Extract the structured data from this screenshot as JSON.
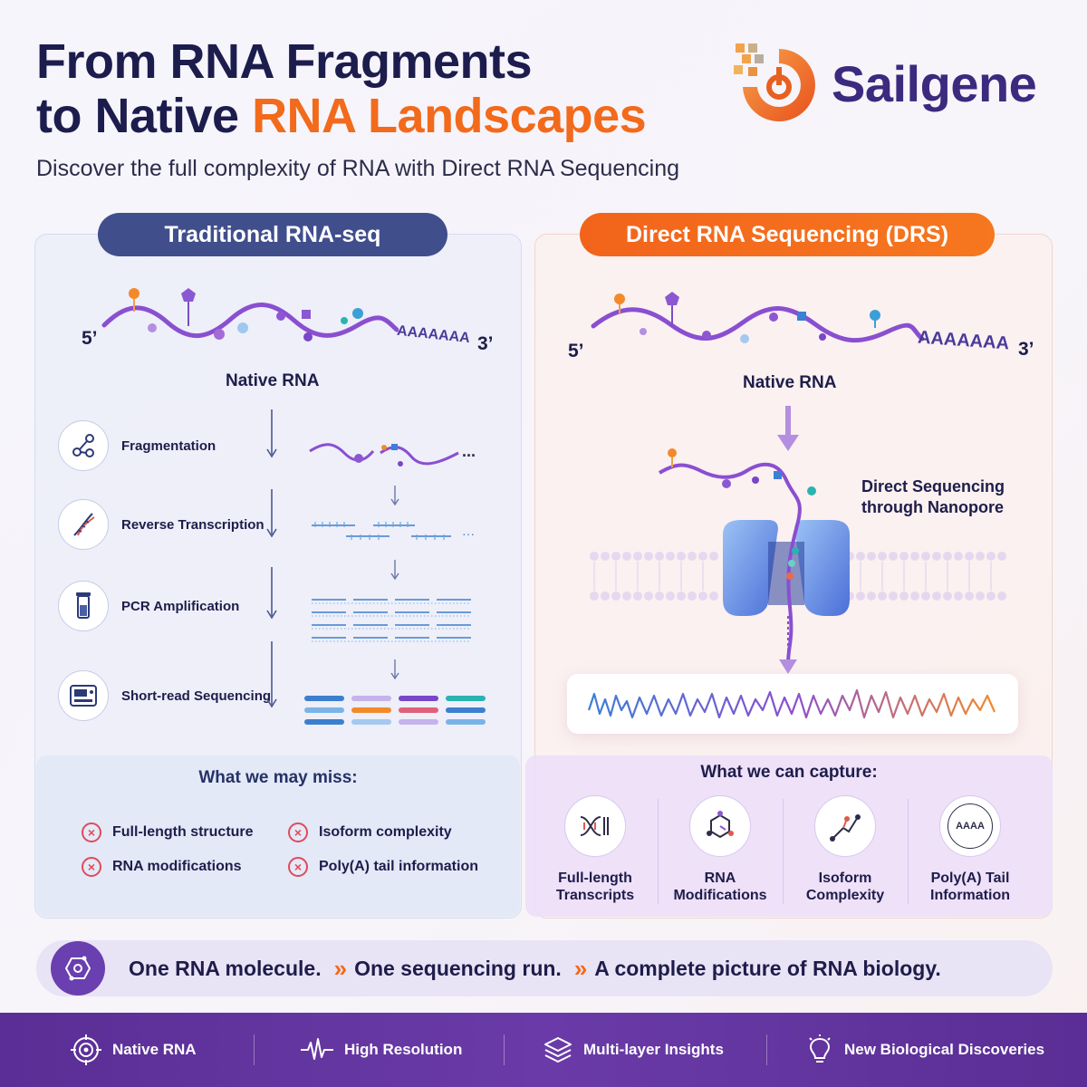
{
  "header": {
    "title_line1": "From RNA Fragments",
    "title_line2_prefix": "to Native ",
    "title_line2_accent": "RNA Landscapes",
    "subtitle": "Discover the full complexity of RNA with Direct RNA Sequencing"
  },
  "brand": {
    "name": "Sailgene",
    "logo_icon": "sailgene-logo-icon"
  },
  "traditional": {
    "heading": "Traditional RNA-seq",
    "five_prime": "5’",
    "three_prime": "3’",
    "polya": "AAAAAAA",
    "native_label": "Native RNA",
    "steps": [
      {
        "label": "Fragmentation",
        "icon": "fragment-icon"
      },
      {
        "label": "Reverse Transcription",
        "icon": "dna-icon"
      },
      {
        "label": "PCR Amplification",
        "icon": "tube-icon"
      },
      {
        "label": "Short-read Sequencing",
        "icon": "sequencer-icon"
      }
    ],
    "ellipsis": "...",
    "miss": {
      "title": "What we may miss:",
      "items": [
        "Full-length structure",
        "Isoform complexity",
        "RNA modifications",
        "Poly(A) tail information"
      ]
    }
  },
  "drs": {
    "heading": "Direct RNA Sequencing (DRS)",
    "five_prime": "5’",
    "three_prime": "3’",
    "polya": "AAAAAAA",
    "native_label": "Native RNA",
    "note_line1": "Direct Sequencing",
    "note_line2": "through Nanopore",
    "capture": {
      "title": "What we can capture:",
      "items": [
        {
          "label": "Full-length\nTranscripts",
          "icon": "dna-strand-icon"
        },
        {
          "label": "RNA\nModifications",
          "icon": "molecule-icon"
        },
        {
          "label": "Isoform\nComplexity",
          "icon": "branch-icon"
        },
        {
          "label": "Poly(A) Tail\nInformation",
          "icon": "polya-icon",
          "icon_text": "AAAA"
        }
      ]
    }
  },
  "tagline": {
    "parts": [
      "One RNA molecule.",
      "One sequencing run.",
      "A complete picture of RNA biology."
    ],
    "icon": "molecule-icon"
  },
  "footer": {
    "items": [
      {
        "label": "Native RNA",
        "icon": "target-icon"
      },
      {
        "label": "High Resolution",
        "icon": "waveform-icon"
      },
      {
        "label": "Multi-layer Insights",
        "icon": "layers-icon"
      },
      {
        "label": "New Biological Discoveries",
        "icon": "lightbulb-icon"
      }
    ]
  },
  "colors": {
    "accent": "#f26a1b",
    "navy": "#404e8c",
    "purple": "#6a3ba8",
    "strand": "#8a4fd0"
  }
}
